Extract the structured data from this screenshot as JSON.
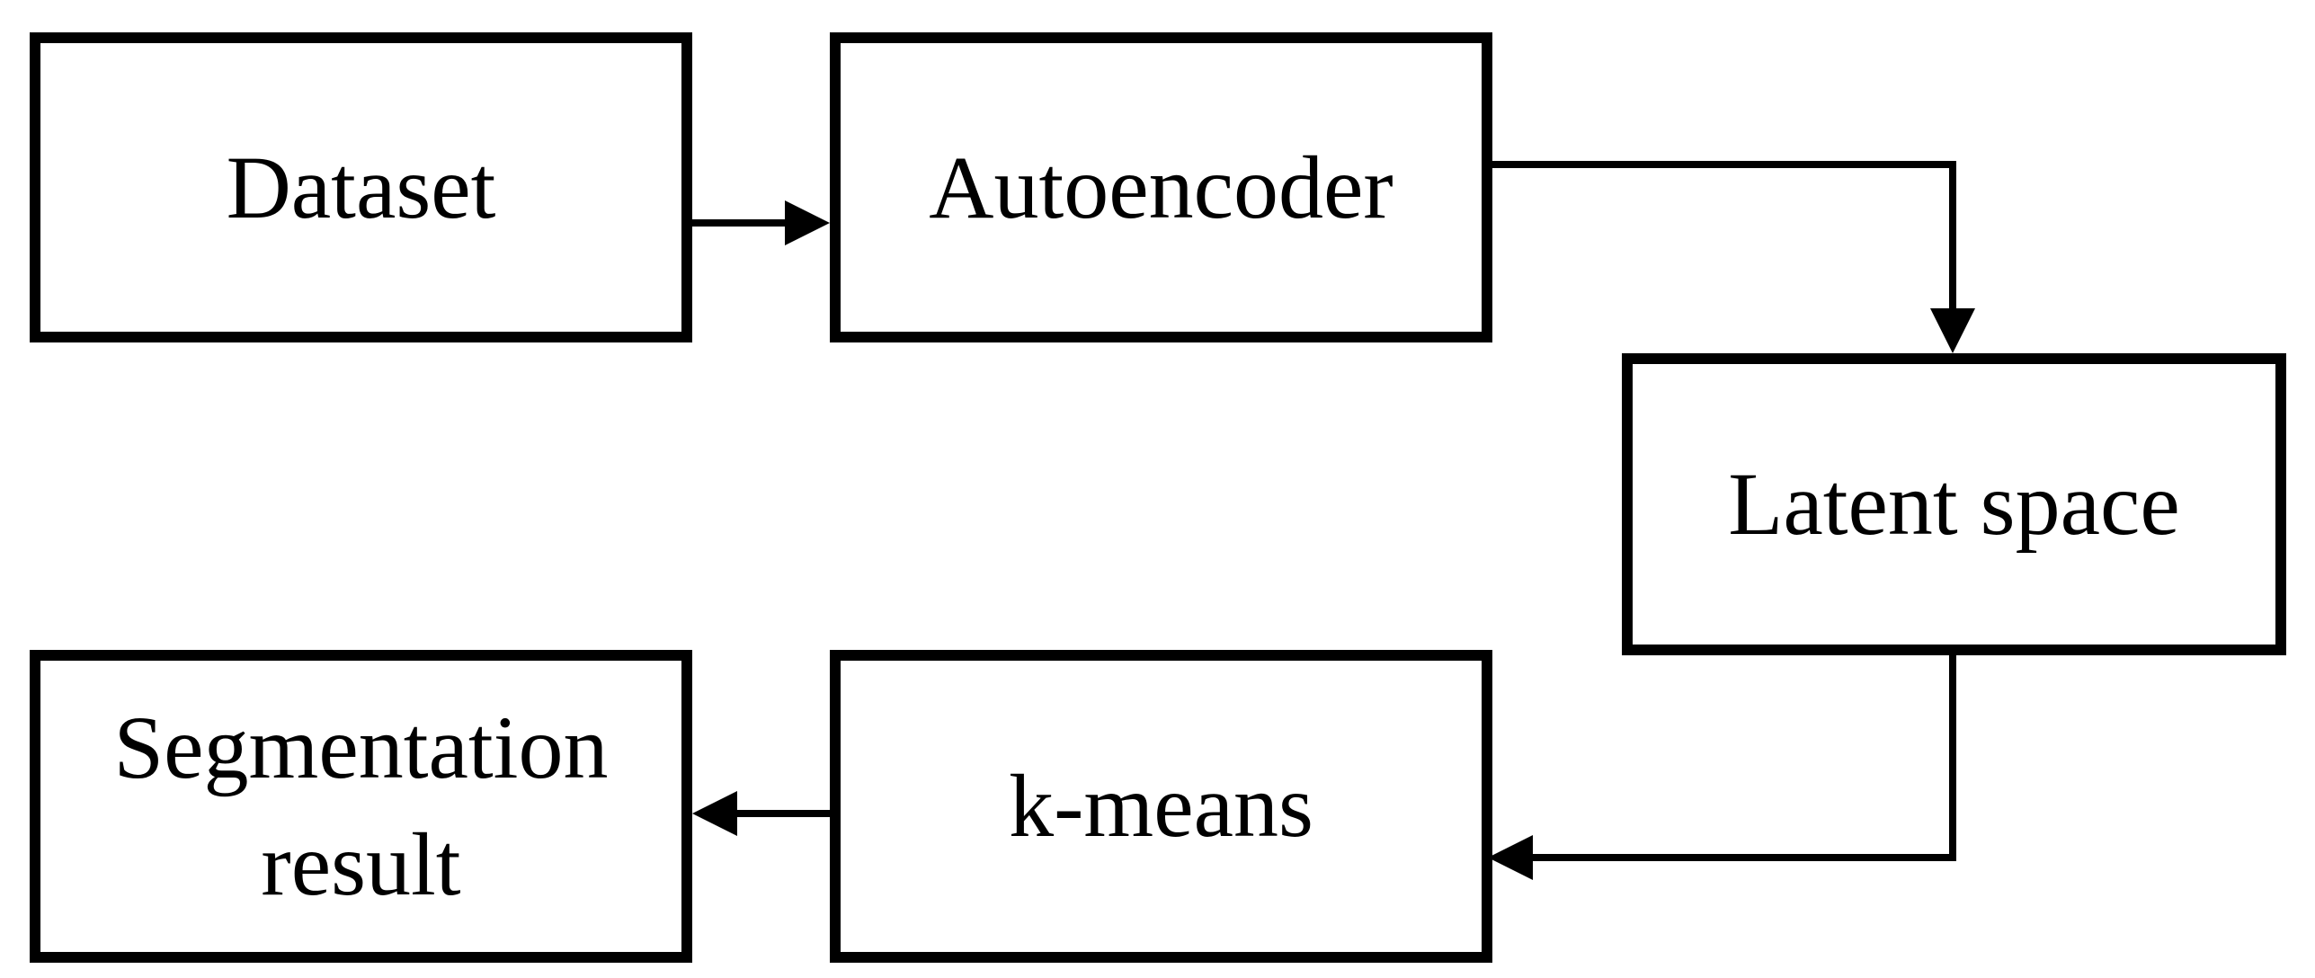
{
  "diagram": {
    "type": "flowchart",
    "colors": {
      "stroke": "#000000",
      "fill": "#ffffff",
      "text": "#000000",
      "background": "#ffffff"
    },
    "nodes": [
      {
        "id": "dataset",
        "label": "Dataset"
      },
      {
        "id": "autoencoder",
        "label": "Autoencoder"
      },
      {
        "id": "latent-space",
        "label": "Latent space"
      },
      {
        "id": "k-means",
        "label": "k-means"
      },
      {
        "id": "segmentation-result",
        "label": "Segmentation result"
      }
    ],
    "edges": [
      {
        "from": "dataset",
        "to": "autoencoder",
        "shape": "straight-right",
        "arrow": "right"
      },
      {
        "from": "autoencoder",
        "to": "latent-space",
        "shape": "elbow-right-then-down",
        "arrow": "down"
      },
      {
        "from": "latent-space",
        "to": "k-means",
        "shape": "elbow-down-then-left",
        "arrow": "left"
      },
      {
        "from": "k-means",
        "to": "segmentation-result",
        "shape": "straight-left",
        "arrow": "left"
      }
    ]
  }
}
